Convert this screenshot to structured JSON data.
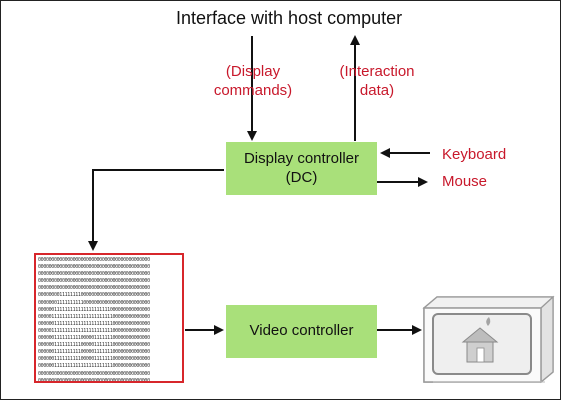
{
  "host_interface_label": "Interface with host computer",
  "display_commands_label": [
    "(Display",
    "commands)"
  ],
  "interaction_data_label": [
    "(Interaction",
    "data)"
  ],
  "display_controller": {
    "line1": "Display controller",
    "line2": "(DC)"
  },
  "keyboard_label": "Keyboard",
  "mouse_label": "Mouse",
  "video_controller_label": "Video controller",
  "frame_buffer_bits": [
    "000000000000000000000000000000000000000000",
    "000000000000000000000000000000000000000000",
    "000000000000000000000000000000000000000000",
    "000000000000000000000000000000000000000000",
    "000000000000000000000000000000000000000000",
    "000000001111111100000000000000000000000000",
    "000000011111111110000000000000000000000000",
    "000000111111111111111111111000000000000000",
    "000001111111111111111111111100000000000000",
    "000000111111111111111111111100000000000000",
    "000001111111111111111111111100000000000000",
    "000000111111111100000111111100000000000000",
    "000000111111111100000111111100000000000000",
    "000000111111111100000111111100000000000000",
    "000000111111111100000111111100000000000000",
    "000000111111111111111111111100000000000000",
    "000000000000000000000000000000000000000000",
    "000000000000000000000000000000000000000000"
  ],
  "colors": {
    "box_fill": "#a9e07a",
    "red_text": "#c8182b",
    "frame_buffer_border": "#d7262b"
  },
  "icons": {
    "monitor": "crt-monitor-with-house-icon"
  }
}
